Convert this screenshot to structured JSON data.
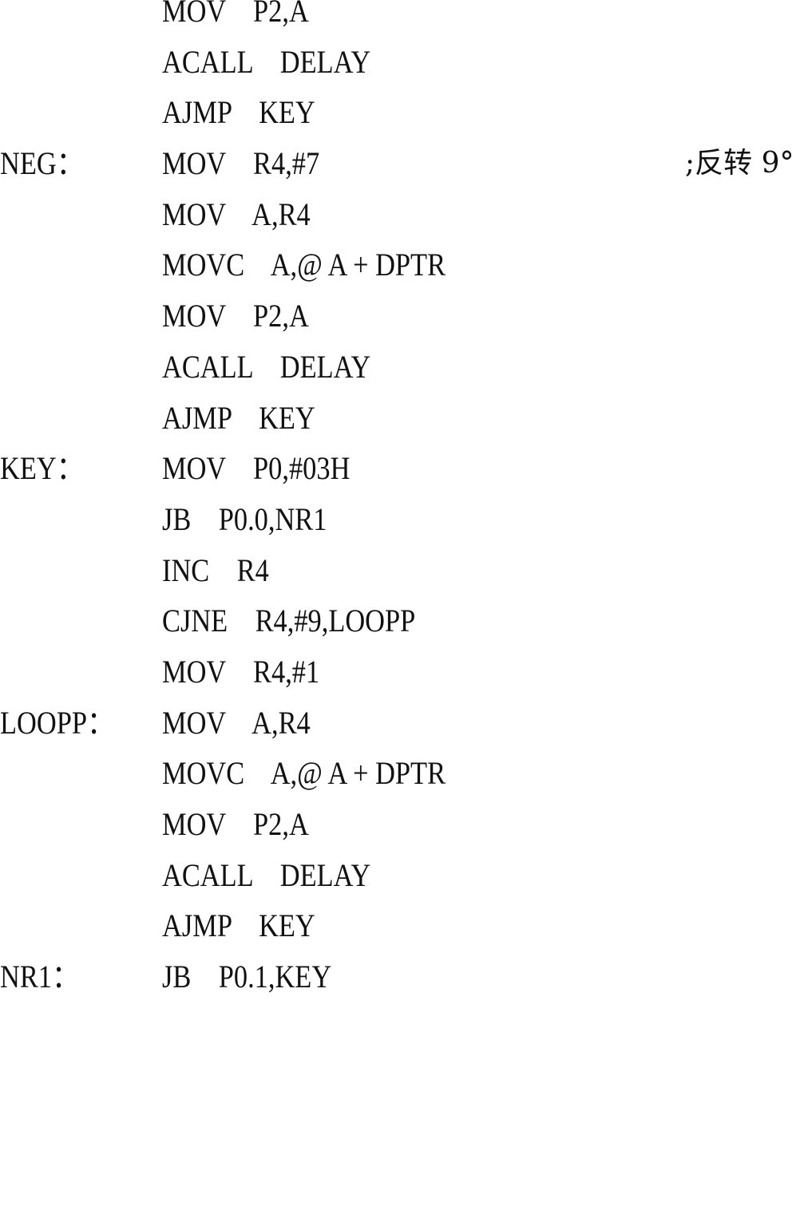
{
  "lines": [
    {
      "label": "",
      "code": "MOV    P2,A",
      "comment": ""
    },
    {
      "label": "",
      "code": "ACALL    DELAY",
      "comment": ""
    },
    {
      "label": "",
      "code": "AJMP    KEY",
      "comment": ""
    },
    {
      "label": "NEG：",
      "code": "MOV    R4,#7",
      "comment": ";反转 9°"
    },
    {
      "label": "",
      "code": "MOV    A,R4",
      "comment": ""
    },
    {
      "label": "",
      "code": "MOVC    A,@ A + DPTR",
      "comment": ""
    },
    {
      "label": "",
      "code": "MOV    P2,A",
      "comment": ""
    },
    {
      "label": "",
      "code": "ACALL    DELAY",
      "comment": ""
    },
    {
      "label": "",
      "code": "AJMP    KEY",
      "comment": ""
    },
    {
      "label": "KEY：",
      "code": "MOV    P0,#03H",
      "comment": ""
    },
    {
      "label": "",
      "code": "JB    P0.0,NR1",
      "comment": ""
    },
    {
      "label": "",
      "code": "INC    R4",
      "comment": ""
    },
    {
      "label": "",
      "code": "CJNE    R4,#9,LOOPP",
      "comment": ""
    },
    {
      "label": "",
      "code": "MOV    R4,#1",
      "comment": ""
    },
    {
      "label": "LOOPP：",
      "code": "MOV    A,R4",
      "comment": ""
    },
    {
      "label": "",
      "code": "MOVC    A,@ A + DPTR",
      "comment": ""
    },
    {
      "label": "",
      "code": "MOV    P2,A",
      "comment": ""
    },
    {
      "label": "",
      "code": "ACALL    DELAY",
      "comment": ""
    },
    {
      "label": "",
      "code": "AJMP    KEY",
      "comment": ""
    },
    {
      "label": "NR1：",
      "code": "JB    P0.1,KEY",
      "comment": ""
    }
  ]
}
